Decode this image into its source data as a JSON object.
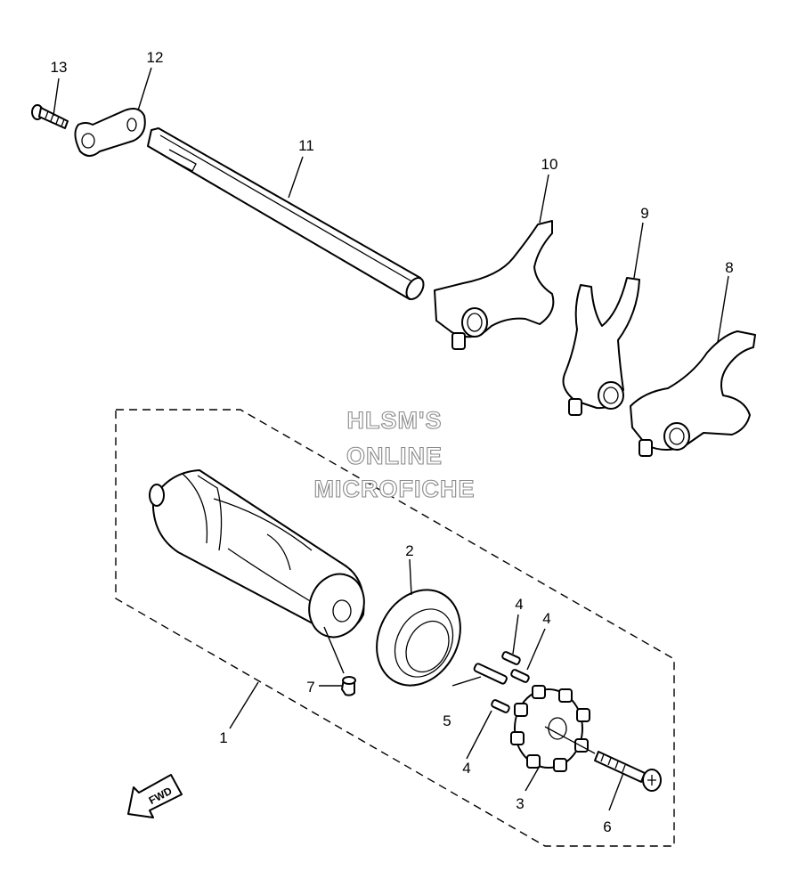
{
  "diagram": {
    "callouts": {
      "p1": "1",
      "p2": "2",
      "p3": "3",
      "p4a": "4",
      "p4b": "4",
      "p4c": "4",
      "p5": "5",
      "p6": "6",
      "p7": "7",
      "p8": "8",
      "p9": "9",
      "p10": "10",
      "p11": "11",
      "p12": "12",
      "p13": "13"
    },
    "watermark": [
      "HLSM'S",
      "ONLINE",
      "MICROFICHE"
    ],
    "direction_arrow": "FWD"
  }
}
